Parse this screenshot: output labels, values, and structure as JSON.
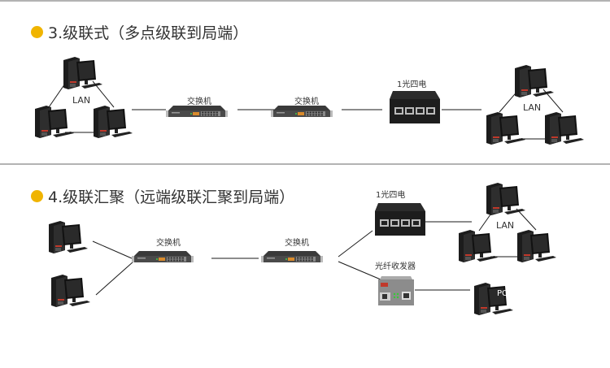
{
  "colors": {
    "bullet": "#f0b400",
    "divider": "#b3b3b3",
    "line": "#1a1a1a"
  },
  "sections": [
    {
      "title": "3.级联式（多点级联到局端）",
      "lan_left_label": "LAN",
      "switch1_label": "交换机",
      "switch2_label": "交换机",
      "media_switch_label": "1光四电",
      "lan_right_label": "LAN"
    },
    {
      "title": "4.级联汇聚（远端级联汇聚到局端）",
      "switch1_label": "交换机",
      "switch2_label": "交换机",
      "media_switch_label": "1光四电",
      "transceiver_label": "光纤收发器",
      "lan_label": "LAN",
      "pc_label": "PC"
    }
  ]
}
